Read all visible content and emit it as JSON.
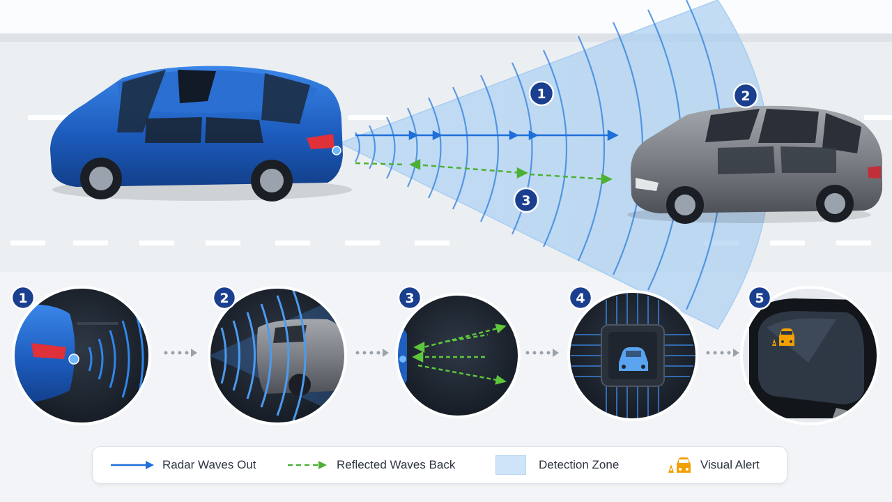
{
  "legend": {
    "radar_out": "Radar Waves Out",
    "reflected_back": "Reflected Waves Back",
    "detection_zone": "Detection Zone",
    "visual_alert": "Visual Alert"
  },
  "badges": {
    "top": [
      "1",
      "2",
      "3"
    ],
    "steps": [
      "1",
      "2",
      "3",
      "4",
      "5"
    ]
  },
  "icons": {
    "step_connector": "dotted-arrow-icon",
    "processor": "chip-icon",
    "alert": "blind-spot-car-icon"
  },
  "colors": {
    "host_car": "#1f5fc0",
    "target_car": "#7b7f86",
    "radar_out": "#1e6fd9",
    "reflected": "#4cb034",
    "detection_zone": "#bcd9f5",
    "badge": "#1a3f8f",
    "alert": "#f2a000"
  }
}
